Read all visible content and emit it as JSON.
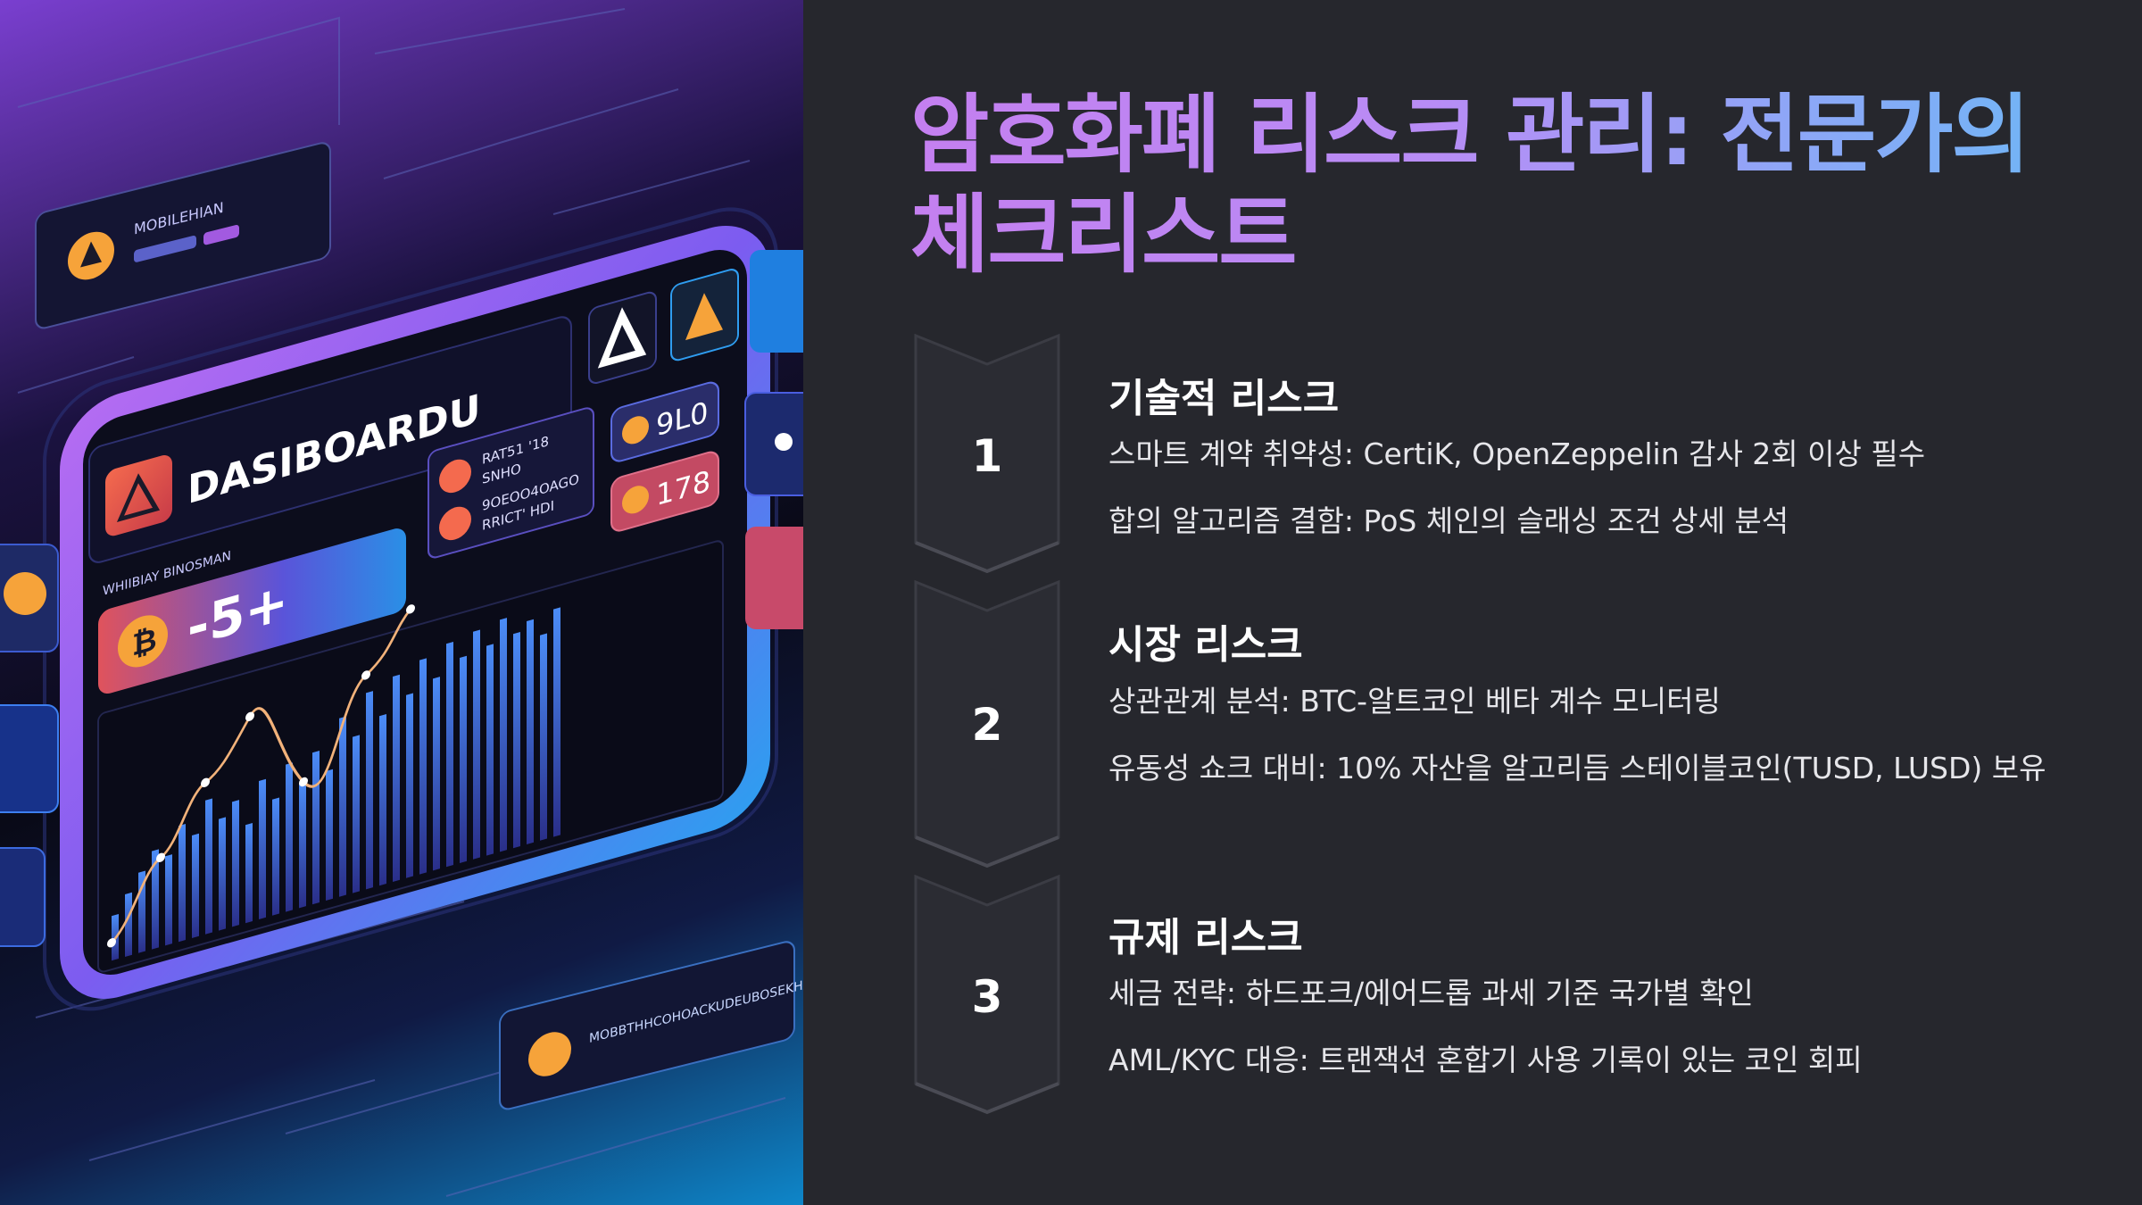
{
  "hero": {
    "dashboard_label": "DASIBOARDU",
    "sub_label": "WHIIBIAY BINOSMAN",
    "big_value": "-5+",
    "side_stat_1": "9L0",
    "side_stat_2": "178",
    "tiny_label_top": "MOBILEHIAN",
    "tiny_label_bottom": "MOBBTHHCOHOACKUDEUBOSEKHAV",
    "mini_card_lines": [
      "RAT51 '18",
      "SNHO",
      "9OEOO4OAGO",
      "RRICT' HDI"
    ],
    "colors": {
      "orange": "#f6a33a",
      "purple": "#8b5cf6",
      "blue": "#3b82f6",
      "red": "#e8504a"
    }
  },
  "title_lines": [
    "암호화폐 리스크 관리: 전문가의",
    "체크리스트"
  ],
  "steps": [
    {
      "number": "1",
      "title": "기술적 리스크",
      "lines": [
        "스마트 계약 취약성: CertiK, OpenZeppelin 감사 2회 이상 필수",
        "합의 알고리즘 결함: PoS 체인의 슬래싱 조건 상세 분석"
      ]
    },
    {
      "number": "2",
      "title": "시장 리스크",
      "lines": [
        "상관관계 분석: BTC-알트코인 베타 계수 모니터링",
        "유동성 쇼크 대비: 10% 자산을 알고리듬 스테이블코인(TUSD, LUSD) 보유"
      ]
    },
    {
      "number": "3",
      "title": "규제 리스크",
      "lines": [
        "세금 전략: 하드포크/에어드롭 과세 기준 국가별 확인",
        "AML/KYC 대응: 트랜잭션 혼합기 사용 기록이 있는 코인 회피"
      ]
    }
  ]
}
